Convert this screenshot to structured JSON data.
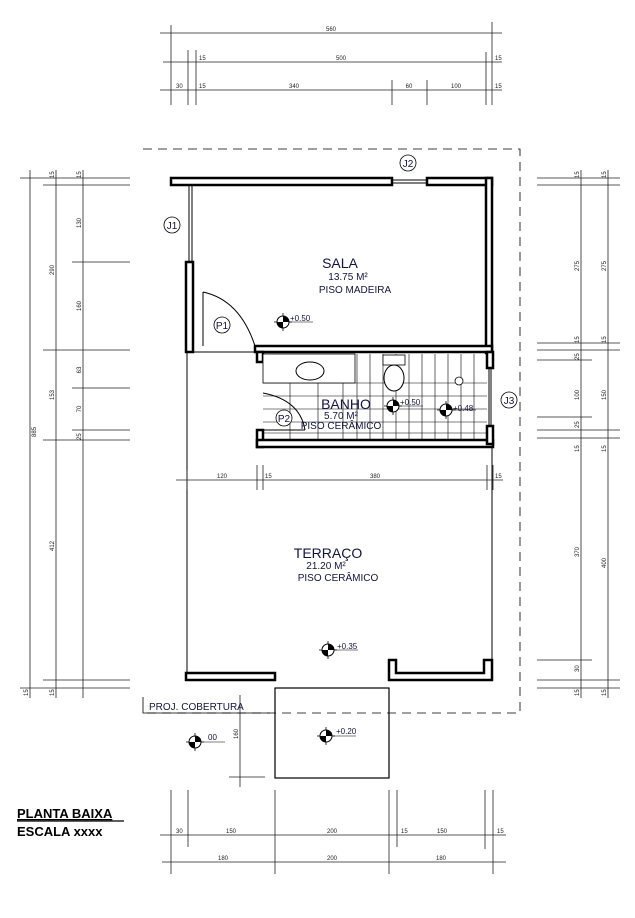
{
  "title": {
    "name": "PLANTA BAIXA",
    "scale": "ESCALA xxxx"
  },
  "rooms": {
    "sala": {
      "name": "SALA",
      "area": "13.75 M²",
      "floor": "PISO MADEIRA"
    },
    "banho": {
      "name": "BANHO",
      "area": "5.70 M²",
      "floor": "PISO CERÂMICO"
    },
    "terraco": {
      "name": "TERRAÇO",
      "area": "21.20 M²",
      "floor": "PISO CERÂMICO"
    }
  },
  "roof_projection": "PROJ. COBERTURA",
  "tags": {
    "j1": "J1",
    "j2": "J2",
    "j3": "J3",
    "p1": "P1",
    "p2": "P2"
  },
  "levels": {
    "sala": "+0.50",
    "banho_a": "+0.50",
    "banho_b": "+0.48",
    "terraco": "+0.35",
    "exterior": "00",
    "step": "+0.20"
  },
  "dims": {
    "top": {
      "overall": "560",
      "row2": [
        "15",
        "500",
        "15"
      ],
      "row3": [
        "30",
        "15",
        "340",
        "60",
        "100",
        "15"
      ]
    },
    "left": {
      "overall": "885",
      "col2": [
        "15",
        "290",
        "153",
        "412",
        "15"
      ],
      "col3": [
        "15",
        "130",
        "160",
        "63",
        "70",
        "25"
      ]
    },
    "right": {
      "col1": [
        "15",
        "275",
        "15",
        "25",
        "100",
        "25",
        "15",
        "370",
        "30",
        "15"
      ],
      "col2": [
        "15",
        "275",
        "15",
        "150",
        "15",
        "400",
        "15"
      ]
    },
    "middle": [
      "120",
      "15",
      "380",
      "15"
    ],
    "step_depth": "160",
    "bottom": {
      "row1": [
        "30",
        "150",
        "200",
        "15",
        "150",
        "15"
      ],
      "row2": [
        "180",
        "200",
        "180"
      ]
    }
  }
}
